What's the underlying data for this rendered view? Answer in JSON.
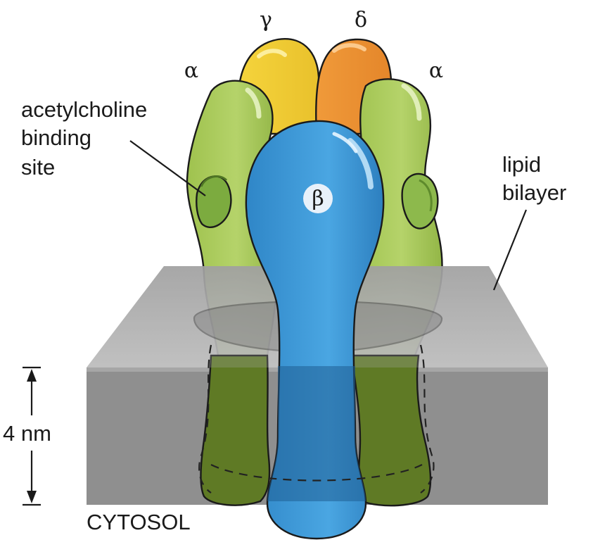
{
  "subunits": {
    "alpha_left": "α",
    "gamma": "γ",
    "delta": "δ",
    "alpha_right": "α",
    "beta": "β"
  },
  "labels": {
    "binding_site_line1": "acetylcholine",
    "binding_site_line2": "binding",
    "binding_site_line3": "site",
    "bilayer_line1": "lipid",
    "bilayer_line2": "bilayer",
    "scale": "4 nm",
    "cytosol": "CYTOSOL"
  },
  "colors": {
    "alpha": "#a9c95a",
    "alpha_dark": "#5e7a2c",
    "gamma": "#f2d23a",
    "delta": "#ee9536",
    "beta": "#3d9ad8",
    "bilayer_top": "#b5b5b5",
    "bilayer_front": "#8e8e8e"
  }
}
